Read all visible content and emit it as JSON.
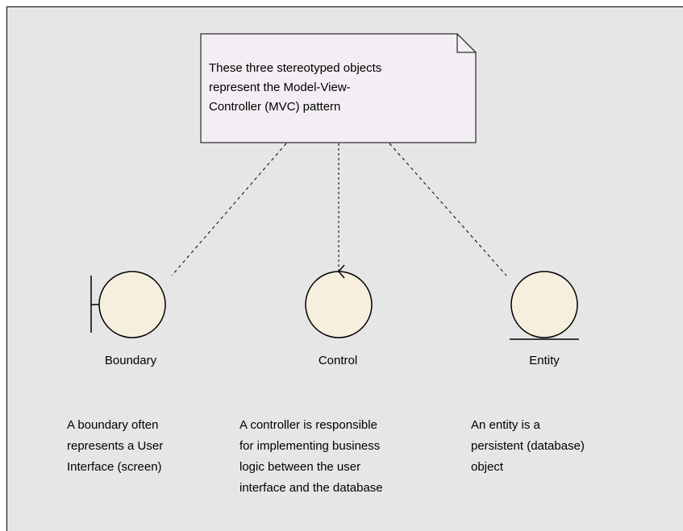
{
  "colors": {
    "canvas_background": "#e6e6e6",
    "note_fill": "#f3eef3",
    "object_fill": "#f7efdd",
    "stroke": "#000000"
  },
  "note": {
    "lines": [
      "These three stereotyped objects",
      "represent the Model-View-",
      "Controller (MVC) pattern"
    ]
  },
  "objects": {
    "boundary": {
      "label": "Boundary",
      "icon": "boundary-icon",
      "description": [
        "A boundary often",
        "represents a User",
        "Interface (screen)"
      ]
    },
    "control": {
      "label": "Control",
      "icon": "control-icon",
      "description": [
        "A controller is responsible",
        "for implementing business",
        "logic between the user",
        "interface and the database"
      ]
    },
    "entity": {
      "label": "Entity",
      "icon": "entity-icon",
      "description": [
        "An entity is a",
        "persistent (database)",
        "object"
      ]
    }
  }
}
